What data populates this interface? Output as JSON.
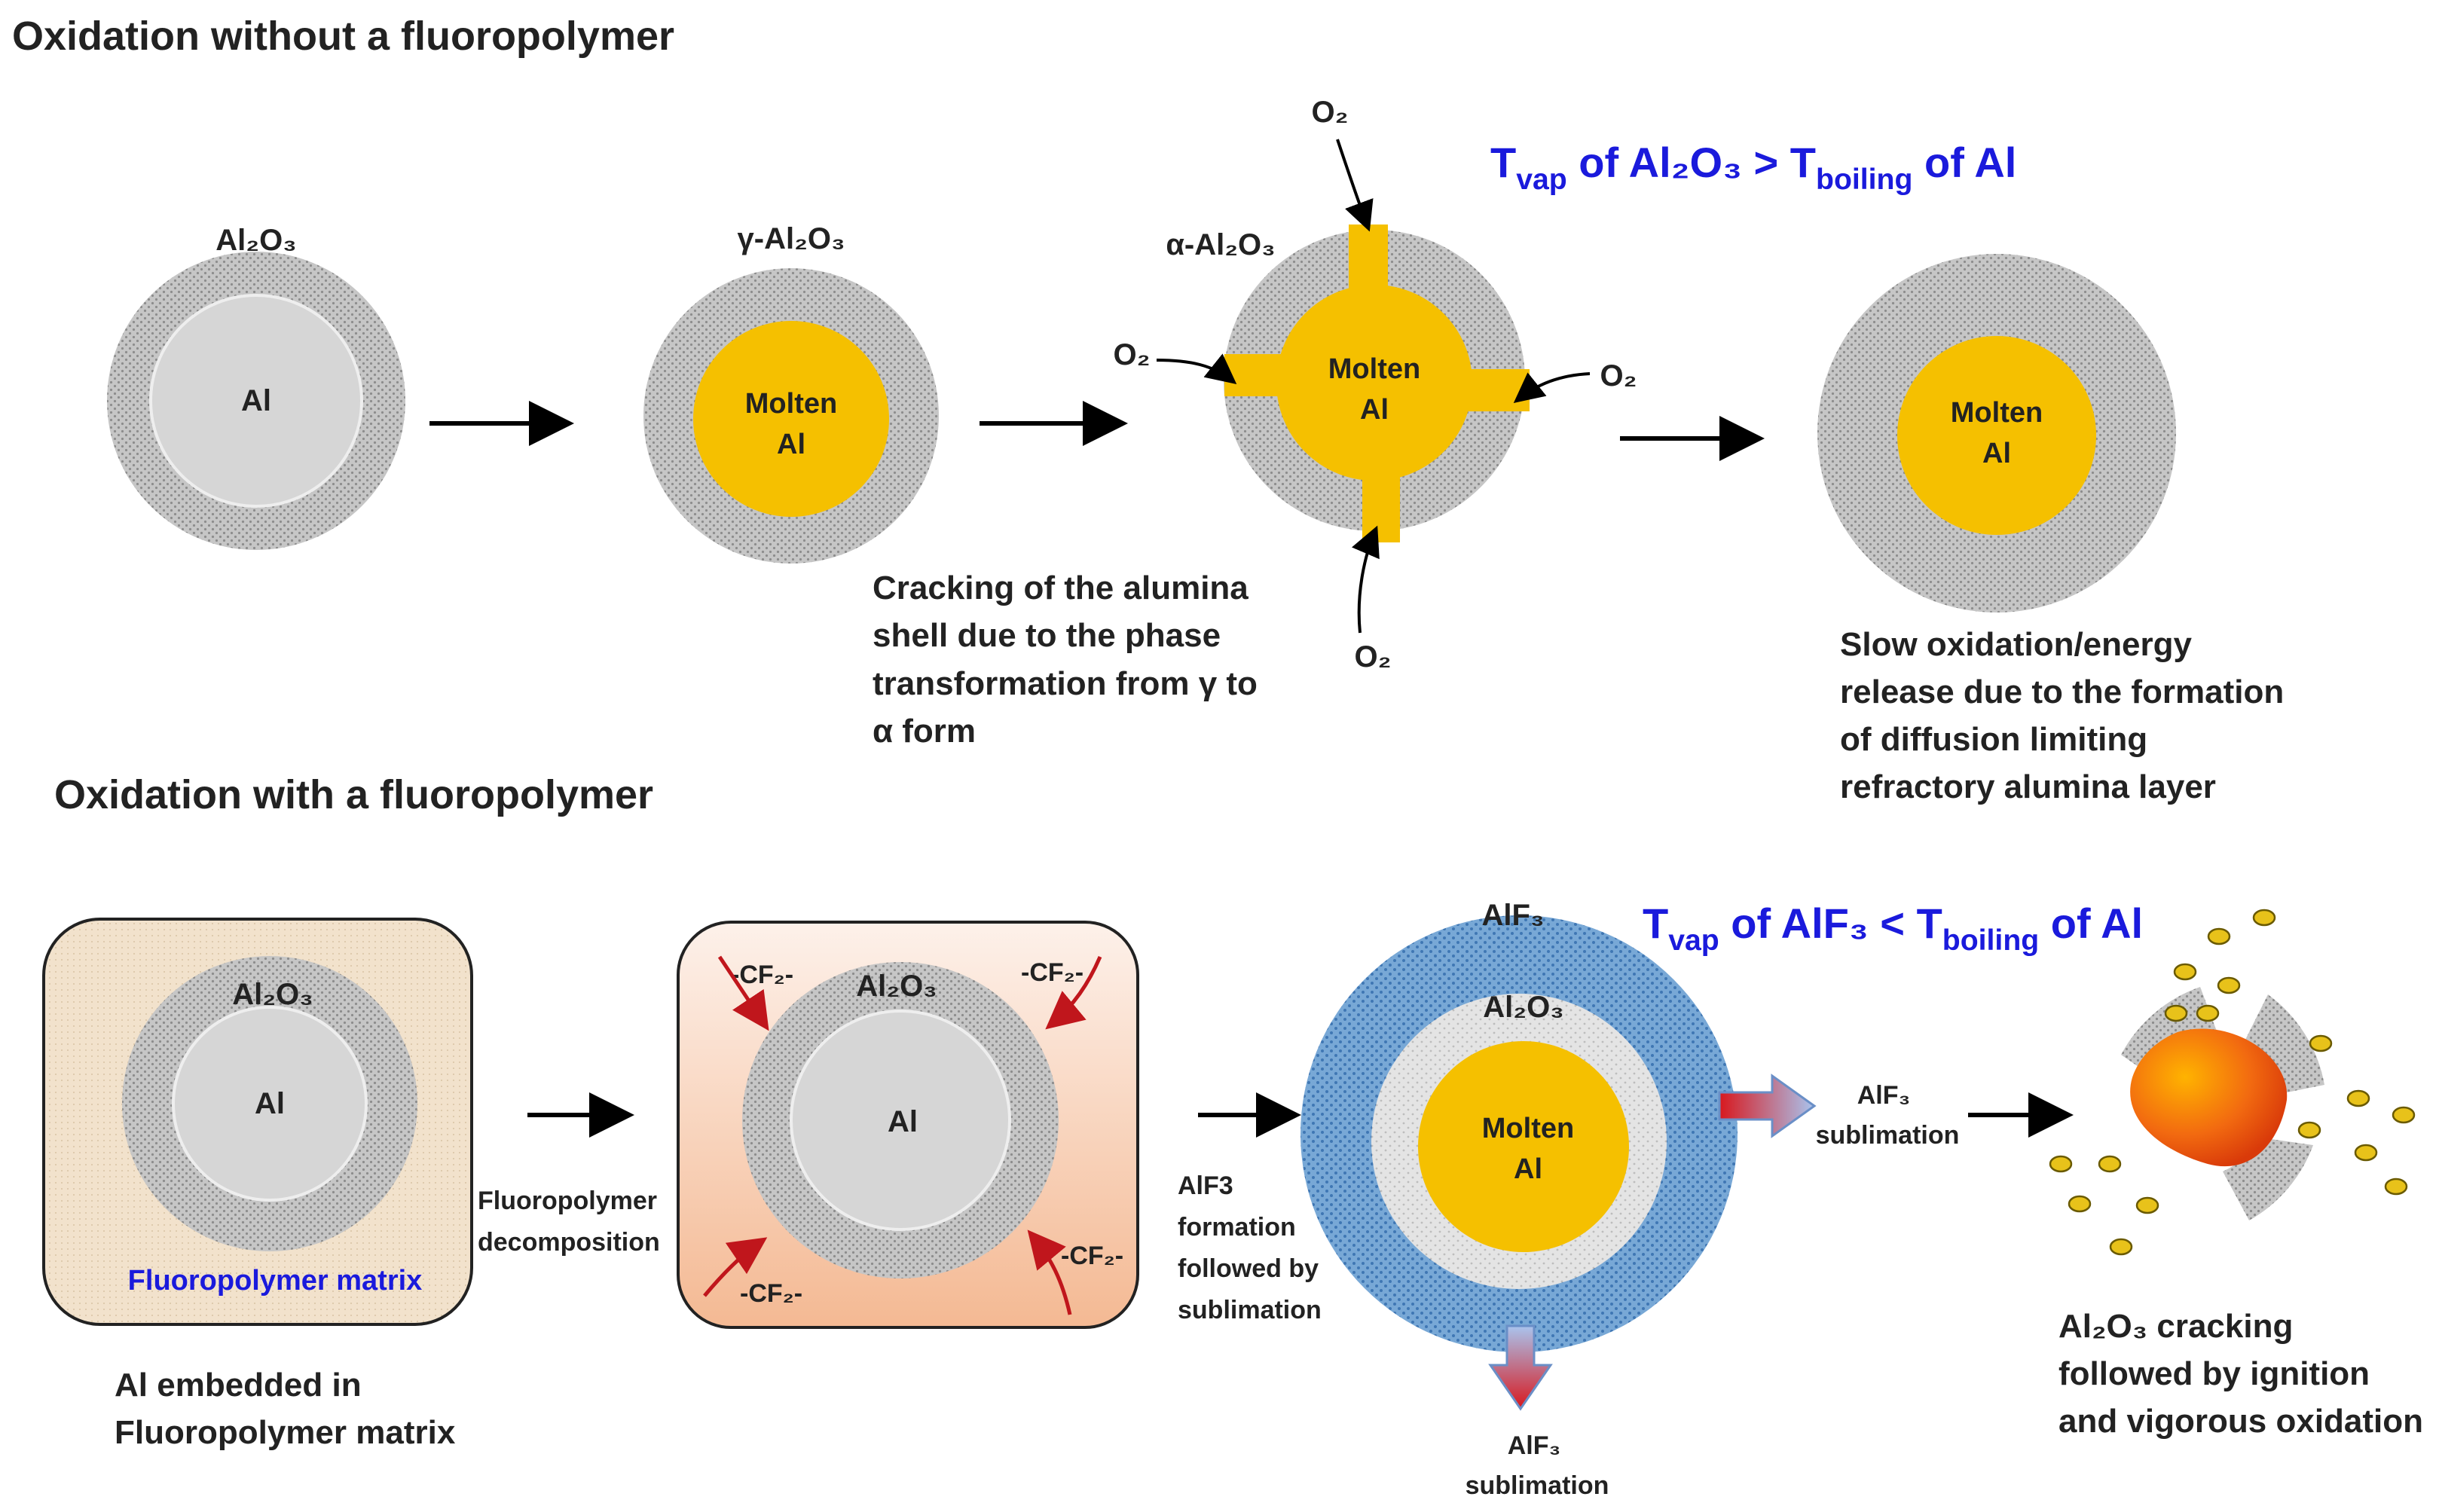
{
  "section_top": {
    "title": "Oxidation without a fluoropolymer",
    "stage1": {
      "shell_label": "Al₂O₃",
      "core_label": "Al"
    },
    "stage2": {
      "shell_label": "γ-Al₂O₃",
      "core_label_line1": "Molten",
      "core_label_line2": "Al",
      "caption": [
        "Cracking of the alumina",
        "shell due to the phase",
        "transformation from γ to",
        "α form"
      ]
    },
    "stage3": {
      "shell_label": "α-Al₂O₃",
      "core_label_line1": "Molten",
      "core_label_line2": "Al",
      "o2_top": "O₂",
      "o2_left": "O₂",
      "o2_right": "O₂",
      "o2_bottom": "O₂"
    },
    "stage4": {
      "core_label_line1": "Molten",
      "core_label_line2": "Al",
      "caption": [
        "Slow oxidation/energy",
        "release due to the formation",
        "of diffusion limiting",
        "refractory alumina layer"
      ]
    },
    "note": {
      "t": "T",
      "t_sub": "vap",
      "mid": " of Al₂O₃ > T",
      "mid_sub": "boiling",
      "end": " of Al"
    }
  },
  "section_bottom": {
    "title": "Oxidation with a fluoropolymer",
    "stage1": {
      "shell_label": "Al₂O₃",
      "core_label": "Al",
      "matrix_label": "Fluoropolymer matrix",
      "caption": [
        "Al embedded in",
        "Fluoropolymer matrix"
      ]
    },
    "step1_label": [
      "Fluoropolymer",
      "decomposition"
    ],
    "stage2": {
      "shell_label": "Al₂O₃",
      "core_label": "Al",
      "cf2_tl": "-CF₂-",
      "cf2_tr": "-CF₂-",
      "cf2_bl": "-CF₂-",
      "cf2_br": "-CF₂-"
    },
    "step2_label": [
      "AlF3",
      "formation",
      "followed by",
      "sublimation"
    ],
    "stage3": {
      "outer_label": "AlF₃",
      "inner_label": "Al₂O₃",
      "core_label_line1": "Molten",
      "core_label_line2": "Al",
      "sub_right": [
        "AlF₃",
        "sublimation"
      ],
      "sub_bottom": [
        "AlF₃",
        "sublimation"
      ]
    },
    "stage4": {
      "caption": [
        "Al₂O₃  cracking",
        "followed by ignition",
        "and vigorous oxidation"
      ]
    },
    "note": {
      "t": "T",
      "t_sub": "vap",
      "mid": " of AlF₃ < T",
      "mid_sub": "boiling",
      "end": " of Al"
    }
  },
  "colors": {
    "gold": "#f5c000",
    "shell_gray": "#b4b4b4",
    "core_gray": "#d9d9d9",
    "blue_shell": "#6d9fcf",
    "note_blue": "#1a1adc",
    "arrow_red": "#c0161c"
  }
}
